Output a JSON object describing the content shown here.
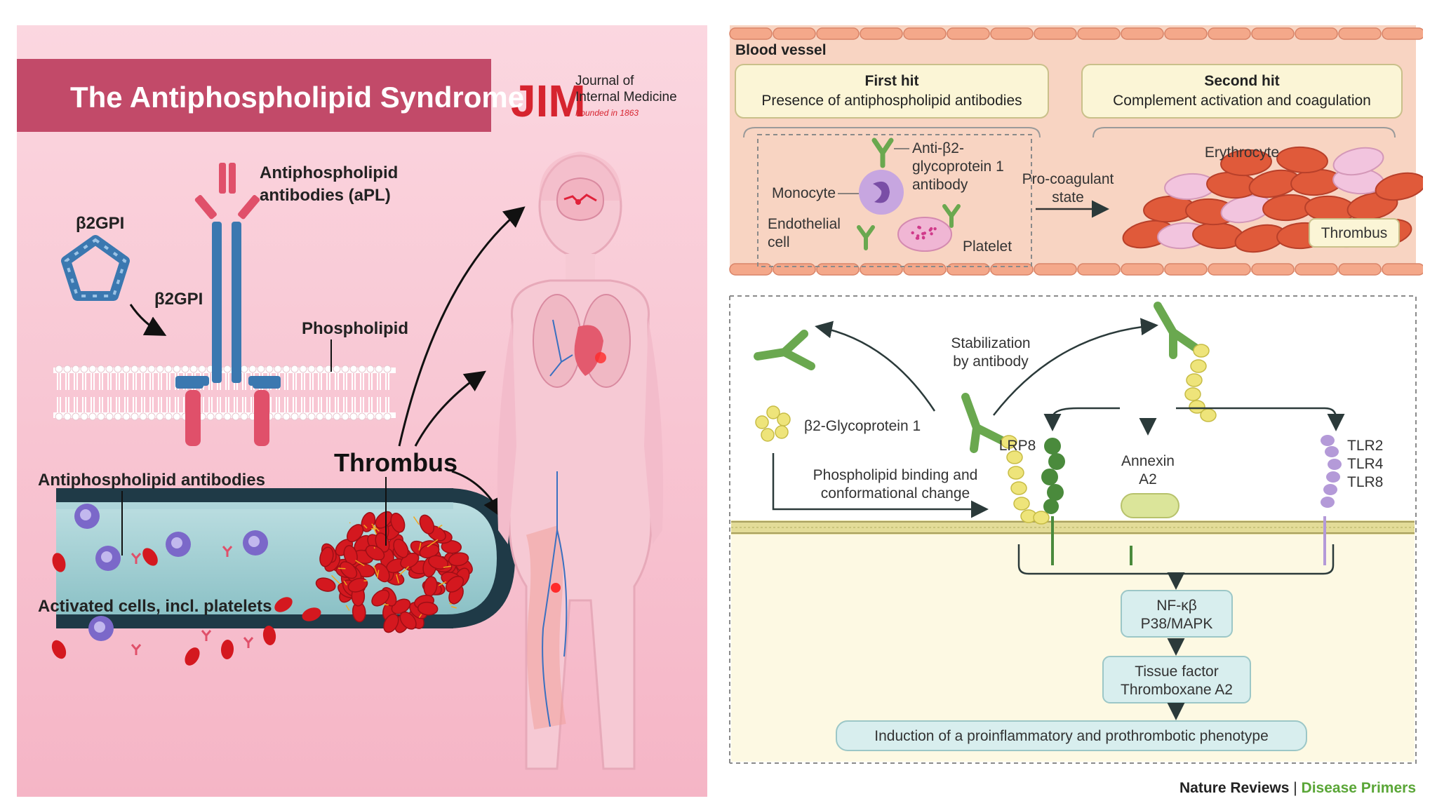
{
  "left_panel": {
    "title": "The Antiphospholipid Syndrome",
    "journal": {
      "logo": "JIM",
      "line1": "Journal of",
      "line2": "Internal Medicine",
      "line3": "Founded in 1863"
    },
    "labels": {
      "b2gpi_free": "β2GPI",
      "b2gpi_bound": "β2GPI",
      "apl_line1": "Antiphospholipid",
      "apl_line2": "antibodies (aPL)",
      "phospholipid": "Phospholipid",
      "antiphospholipid_antibodies": "Antiphospholipid antibodies",
      "activated_cells": "Activated cells, incl. platelets",
      "thrombus": "Thrombus"
    },
    "colors": {
      "title_bar": "#c34a6a",
      "background": "#f8c9d6",
      "vessel": "#1f3a47",
      "rbc": "#d4181f",
      "antibody": "#e0506a",
      "b2gpi": "#3b78b0"
    }
  },
  "right_panel": {
    "blood_vessel": "Blood vessel",
    "first_hit": {
      "title": "First hit",
      "subtitle": "Presence of antiphospholipid antibodies"
    },
    "second_hit": {
      "title": "Second hit",
      "subtitle": "Complement activation and coagulation"
    },
    "labels": {
      "anti_b2_line1": "Anti-β2-",
      "anti_b2_line2": "glycoprotein 1",
      "anti_b2_line3": "antibody",
      "monocyte": "Monocyte",
      "endothelial_line1": "Endothelial",
      "endothelial_line2": "cell",
      "platelet": "Platelet",
      "procoag_line1": "Pro-coagulant",
      "procoag_line2": "state",
      "erythrocyte": "Erythrocyte",
      "thrombus": "Thrombus",
      "stabilization_line1": "Stabilization",
      "stabilization_line2": "by antibody",
      "b2_glycoprotein": "β2-Glycoprotein 1",
      "binding_line1": "Phospholipid binding and",
      "binding_line2": "conformational change",
      "lrp8": "LRP8",
      "annexin_line1": "Annexin",
      "annexin_line2": "A2",
      "tlr2": "TLR2",
      "tlr4": "TLR4",
      "tlr8": "TLR8",
      "nfkb_line1": "NF-κβ",
      "nfkb_line2": "P38/MAPK",
      "tissue_line1": "Tissue factor",
      "tissue_line2": "Thromboxane A2",
      "induction": "Induction of a proinflammatory and prothrombotic phenotype"
    },
    "footer": {
      "brand": "Nature Reviews",
      "separator": " | ",
      "series": "Disease Primers"
    },
    "colors": {
      "vessel_bg": "#f8d4c2",
      "endothelium": "#f4a88a",
      "box_fill": "#fbf5d6",
      "antibody": "#6aa84f",
      "b2gp": "#eee47a",
      "node_fill": "#d8eeee",
      "membrane": "#d9d38a",
      "series_green": "#5aa637"
    }
  }
}
